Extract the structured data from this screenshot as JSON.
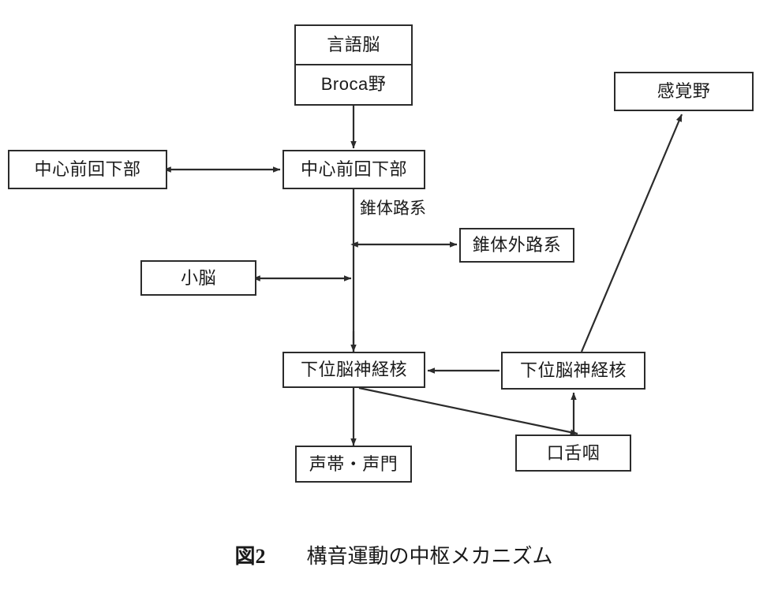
{
  "figure": {
    "caption_number": "図2",
    "caption_gap": "　　",
    "caption_text": "構音運動の中枢メカニズム",
    "stroke_color": "#2b2b2b",
    "background_color": "#ffffff"
  },
  "nodes": {
    "language_brain": "言語脳",
    "broca_area": "Broca野",
    "precentral_gyrus_left": "中心前回下部",
    "precentral_gyrus_right": "中心前回下部",
    "sensory_area": "感覚野",
    "extrapyramidal": "錐体外路系",
    "cerebellum": "小脳",
    "lower_cranial_nuclei_left": "下位脳神経核",
    "lower_cranial_nuclei_right": "下位脳神経核",
    "oral_lingual_pharyngeal": "口舌咽",
    "vocal_cords_glottis": "声帯・声門"
  },
  "edge_labels": {
    "pyramidal_tract": "錐体路系"
  }
}
